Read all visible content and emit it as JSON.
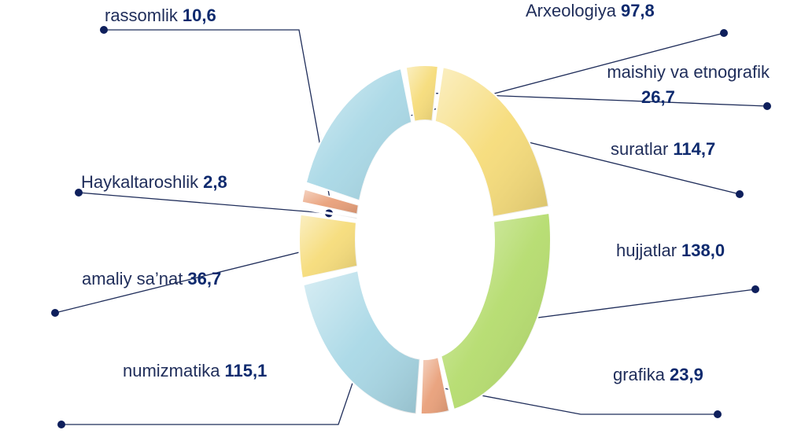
{
  "chart_data": {
    "type": "pie",
    "title": "",
    "categories": [
      "Arxeologiya",
      "maishiy va etnografik",
      "suratlar",
      "hujjatlar",
      "grafika",
      "numizmatika",
      "amaliy sa’nat",
      "Haykaltaroshlik",
      "rassomlik"
    ],
    "values": [
      97.8,
      26.7,
      114.7,
      138.0,
      23.9,
      115.1,
      36.7,
      2.8,
      10.6
    ],
    "value_labels": [
      "97,8",
      "26,7",
      "114,7",
      "138,0",
      "23,9",
      "115,1",
      "36,7",
      "2,8",
      "10,6"
    ],
    "colors": [
      "#a9d8e6",
      "#f6dc7a",
      "#f6dc7a",
      "#b5dc6e",
      "#e9a07a",
      "#a9d8e6",
      "#f6dc7a",
      "#b5dc6e",
      "#e9a07a"
    ],
    "legend": "none"
  }
}
